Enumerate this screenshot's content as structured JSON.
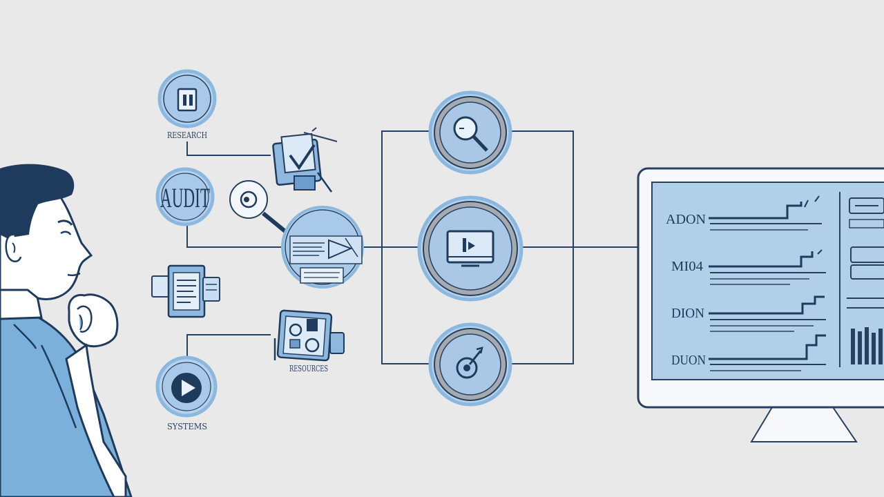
{
  "labels": {
    "research": "RESEARCH",
    "audit": "AUDIT",
    "resources": "RESOURCES",
    "systems": "SYSTEMS"
  },
  "monitor_rows": [
    {
      "label": "ADON"
    },
    {
      "label": "MI04"
    },
    {
      "label": "DION"
    },
    {
      "label": "DUON"
    }
  ],
  "icons": {
    "left_column": [
      "document-icon",
      "audit-badge",
      "file-folder-icon",
      "play-icon"
    ],
    "middle_cluster": [
      "checklist-icon",
      "magnifier-icon",
      "analysis-panel-icon",
      "tablet-icon"
    ],
    "hub_column": [
      "search-icon",
      "display-icon",
      "target-icon"
    ]
  },
  "colors": {
    "background": "#e9e9ea",
    "circle_fill": "#aac8e6",
    "circle_ring": "#7fb0dc",
    "navy": "#1e3a5c",
    "shirt": "#7ab0da",
    "skin": "#ffffff"
  }
}
